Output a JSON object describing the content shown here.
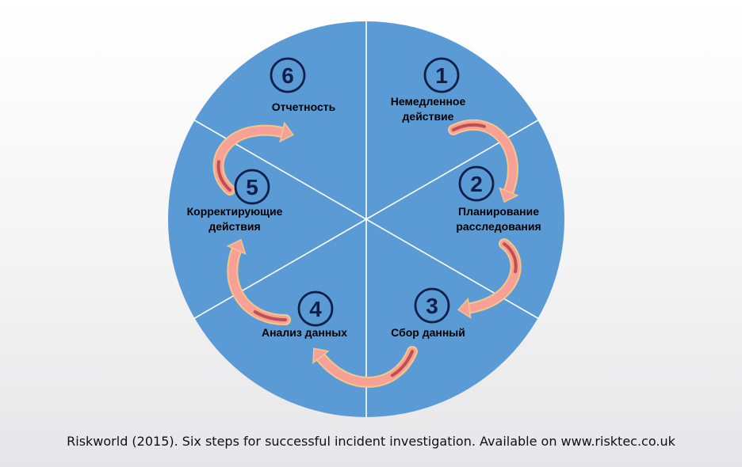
{
  "diagram": {
    "colors": {
      "segment_fill": "#5b9bd5",
      "divider": "#ffffff",
      "number_ink": "#0f1f4a",
      "arrow_light": "#f7a196",
      "arrow_dark": "#c0504d",
      "arrow_edge": "#f3c78a"
    },
    "steps": [
      {
        "number": "1",
        "label_lines": [
          "Немедленное",
          "действие"
        ]
      },
      {
        "number": "2",
        "label_lines": [
          "Планирование",
          "расследования"
        ]
      },
      {
        "number": "3",
        "label_lines": [
          "Сбор данный"
        ]
      },
      {
        "number": "4",
        "label_lines": [
          "Анализ данных"
        ]
      },
      {
        "number": "5",
        "label_lines": [
          "Корректирующие",
          "действия"
        ]
      },
      {
        "number": "6",
        "label_lines": [
          "Отчетность"
        ]
      }
    ]
  },
  "caption": "Riskworld (2015). Six steps for successful incident investigation. Available on www.risktec.co.uk"
}
